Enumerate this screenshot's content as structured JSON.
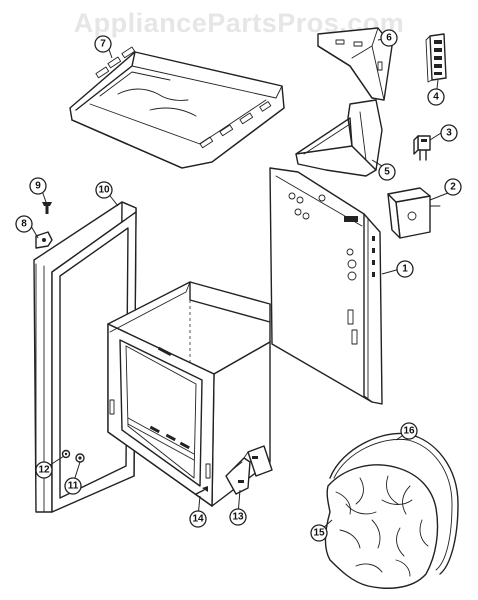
{
  "watermark": "AppliancePartsPros.com",
  "callouts": [
    "1",
    "2",
    "3",
    "4",
    "5",
    "6",
    "7",
    "8",
    "9",
    "10",
    "11",
    "12",
    "13",
    "14",
    "15",
    "16"
  ],
  "colors": {
    "line": "#222222",
    "watermark": "#e6e6e6",
    "background": "#ffffff"
  }
}
